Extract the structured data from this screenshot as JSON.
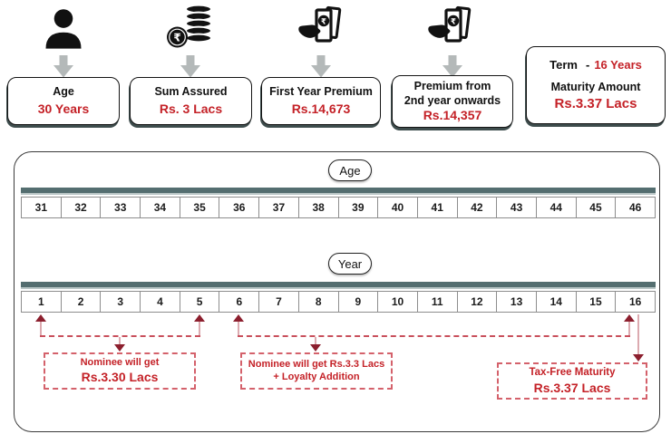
{
  "summary_cards": [
    {
      "icon": "person-icon",
      "title": "Age",
      "value": "30 Years"
    },
    {
      "icon": "rupee-coins-icon",
      "title": "Sum Assured",
      "value": "Rs. 3 Lacs"
    },
    {
      "icon": "money-hand-icon",
      "title": "First Year Premium",
      "value": "Rs.14,673"
    },
    {
      "icon": "money-hand-icon",
      "title_line1": "Premium from",
      "title_line2": "2nd year onwards",
      "value": "Rs.14,357"
    },
    {
      "term_label": "Term",
      "term_separator": "-",
      "term_value": "16 Years",
      "maturity_label": "Maturity Amount",
      "maturity_value": "Rs.3.37 Lacs"
    }
  ],
  "timeline_panel": {
    "age_label": "Age",
    "age_values": [
      "31",
      "32",
      "33",
      "34",
      "35",
      "36",
      "37",
      "38",
      "39",
      "40",
      "41",
      "42",
      "43",
      "44",
      "45",
      "46"
    ],
    "year_label": "Year",
    "year_values": [
      "1",
      "2",
      "3",
      "4",
      "5",
      "6",
      "7",
      "8",
      "9",
      "10",
      "11",
      "12",
      "13",
      "14",
      "15",
      "16"
    ]
  },
  "annotations": {
    "nominee_years_1_5": {
      "line1": "Nominee will get",
      "line2": "Rs.3.30 Lacs"
    },
    "nominee_years_6_16": {
      "line1": "Nominee will get Rs.3.3 Lacs",
      "line2": "+ Loyalty Addition"
    },
    "maturity_year_16": {
      "line1": "Tax-Free Maturity",
      "line2": "Rs.3.37 Lacs"
    }
  },
  "icons": {
    "rupee_symbol": "₹",
    "summary_row": [
      "person-icon",
      "rupee-coins-icon",
      "money-hand-icon",
      "money-hand-icon"
    ],
    "connector": "down-arrow-icon"
  },
  "colors": {
    "accent_red": "#c42127",
    "arrowhead_dark_red": "#8c1f2e",
    "arrow_stem_pink": "#dcaab0",
    "dashed_red": "#c9505c",
    "teal_bar": "#546e70",
    "gray_arrow": "#b4b9b9"
  }
}
